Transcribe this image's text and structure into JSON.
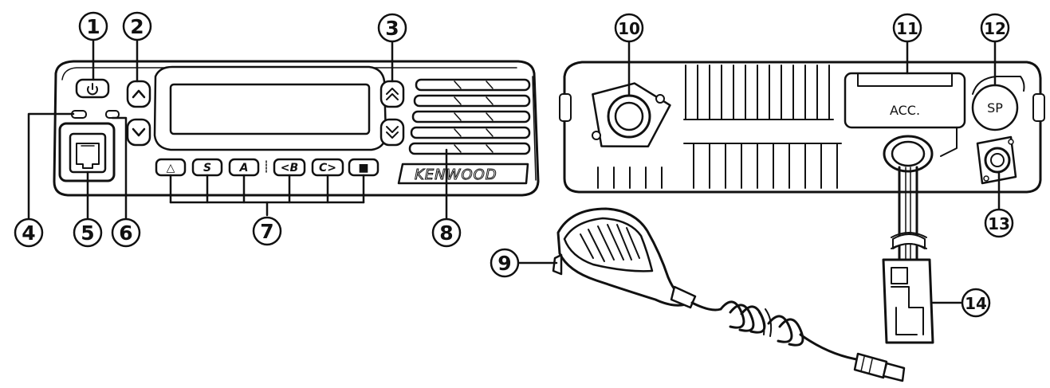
{
  "callouts": {
    "c1": "1",
    "c2": "2",
    "c3": "3",
    "c4": "4",
    "c5": "5",
    "c6": "6",
    "c7": "7",
    "c8": "8",
    "c9": "9",
    "c10": "10",
    "c11": "11",
    "c12": "12",
    "c13": "13",
    "c14": "14"
  },
  "front_panel": {
    "brand": "KENWOOD",
    "buttons": {
      "b1": "△",
      "b2": "S",
      "b3": "A",
      "b4": "<B",
      "b5": "C>",
      "b6": "■"
    }
  },
  "rear_panel": {
    "acc_label": "ACC.",
    "sp_label": "SP"
  },
  "icons": [
    "power-icon",
    "chevron-up-icon",
    "chevron-down-icon",
    "double-chevron-up-icon",
    "double-chevron-down-icon",
    "rj45-jack-icon",
    "antenna-connector-icon",
    "microphone-icon",
    "plug-icon"
  ]
}
